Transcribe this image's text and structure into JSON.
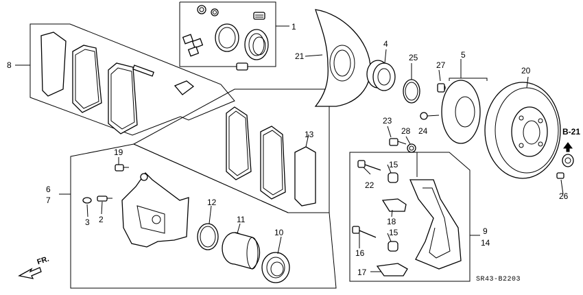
{
  "diagram": {
    "drawing_code": "SR43-B2203",
    "reference": "B-21",
    "direction_label": "FR.",
    "callouts": [
      {
        "id": "c1",
        "text": "1"
      },
      {
        "id": "c2",
        "text": "2"
      },
      {
        "id": "c3",
        "text": "3"
      },
      {
        "id": "c4",
        "text": "4"
      },
      {
        "id": "c5",
        "text": "5"
      },
      {
        "id": "c6",
        "text": "6"
      },
      {
        "id": "c7",
        "text": "7"
      },
      {
        "id": "c8",
        "text": "8"
      },
      {
        "id": "c9",
        "text": "9"
      },
      {
        "id": "c10",
        "text": "10"
      },
      {
        "id": "c11",
        "text": "11"
      },
      {
        "id": "c12",
        "text": "12"
      },
      {
        "id": "c13",
        "text": "13"
      },
      {
        "id": "c14",
        "text": "14"
      },
      {
        "id": "c15a",
        "text": "15"
      },
      {
        "id": "c15b",
        "text": "15"
      },
      {
        "id": "c16",
        "text": "16"
      },
      {
        "id": "c17",
        "text": "17"
      },
      {
        "id": "c18",
        "text": "18"
      },
      {
        "id": "c19",
        "text": "19"
      },
      {
        "id": "c20",
        "text": "20"
      },
      {
        "id": "c21",
        "text": "21"
      },
      {
        "id": "c22",
        "text": "22"
      },
      {
        "id": "c23",
        "text": "23"
      },
      {
        "id": "c24",
        "text": "24"
      },
      {
        "id": "c25",
        "text": "25"
      },
      {
        "id": "c26",
        "text": "26"
      },
      {
        "id": "c27",
        "text": "27"
      },
      {
        "id": "c28",
        "text": "28"
      }
    ]
  }
}
